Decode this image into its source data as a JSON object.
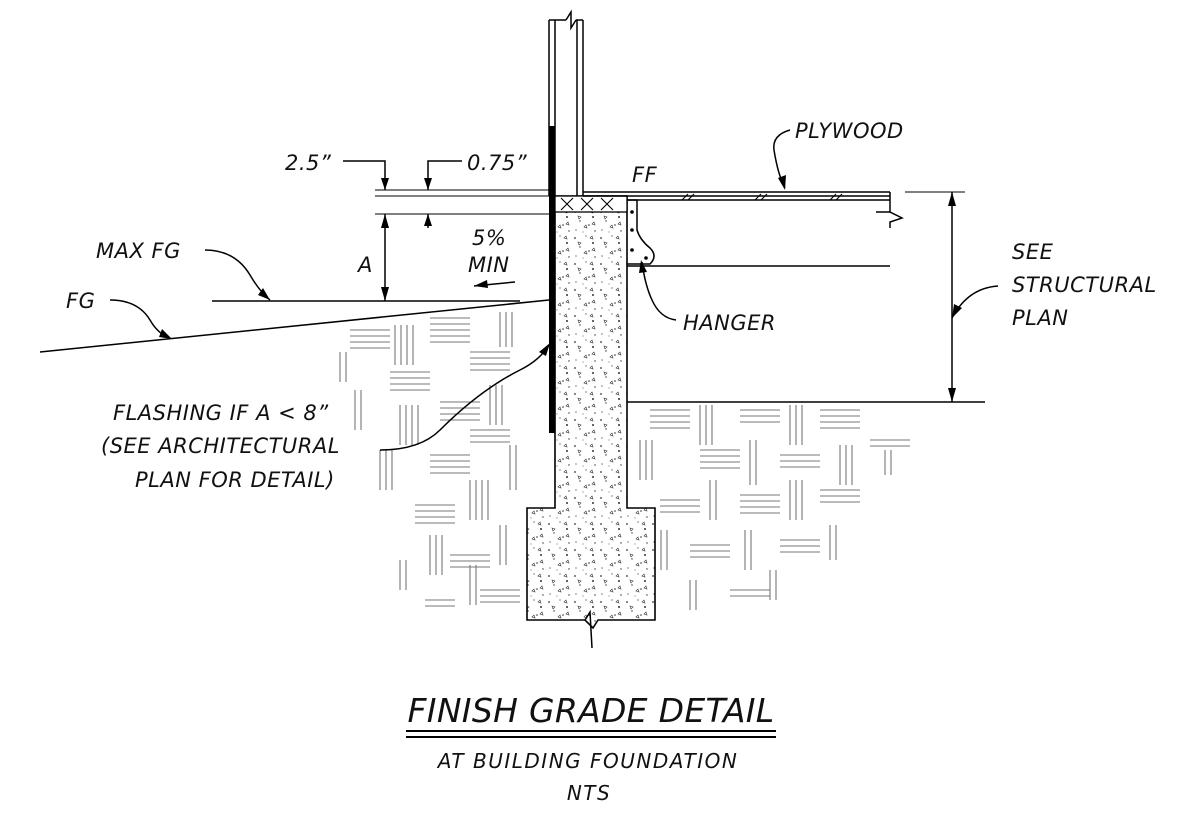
{
  "labels": {
    "dim_2_5": "2.5”",
    "dim_0_75": "0.75”",
    "ff": "FF",
    "plywood": "PLYWOOD",
    "slope_pct": "5%",
    "slope_min": "MIN",
    "max_fg": "MAX FG",
    "dim_a": "A",
    "fg": "FG",
    "hanger": "HANGER",
    "see_structural_1": "SEE",
    "see_structural_2": "STRUCTURAL",
    "see_structural_3": "PLAN",
    "flashing_1": "FLASHING IF A < 8”",
    "flashing_2": "(SEE ARCHITECTURAL",
    "flashing_3": "PLAN FOR DETAIL)"
  },
  "title": {
    "main": "FINISH GRADE DETAIL",
    "sub": "AT BUILDING FOUNDATION",
    "scale": "NTS"
  }
}
